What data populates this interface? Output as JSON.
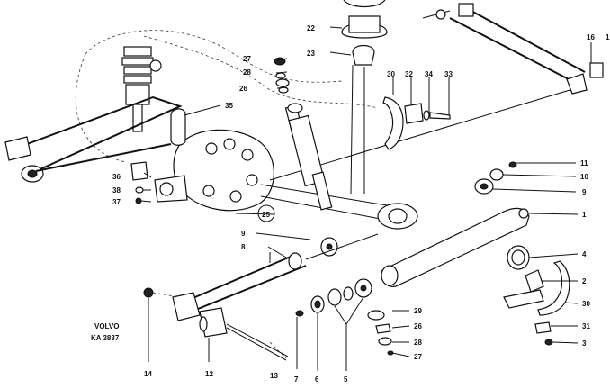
{
  "caption": {
    "line1": "VOLVO",
    "line2": "KA 3837"
  },
  "callouts": [
    {
      "id": "c1",
      "text": "1"
    },
    {
      "id": "c2",
      "text": "2"
    },
    {
      "id": "c3",
      "text": "3"
    },
    {
      "id": "c4",
      "text": "4"
    },
    {
      "id": "c5",
      "text": "5"
    },
    {
      "id": "c6",
      "text": "6"
    },
    {
      "id": "c7",
      "text": "7"
    },
    {
      "id": "c8",
      "text": "8"
    },
    {
      "id": "c9a",
      "text": "9"
    },
    {
      "id": "c9b",
      "text": "9"
    },
    {
      "id": "c10",
      "text": "10"
    },
    {
      "id": "c11",
      "text": "11"
    },
    {
      "id": "c12",
      "text": "12"
    },
    {
      "id": "c13",
      "text": "13"
    },
    {
      "id": "c14",
      "text": "14"
    },
    {
      "id": "c16",
      "text": "16"
    },
    {
      "id": "c22",
      "text": "22"
    },
    {
      "id": "c23",
      "text": "23"
    },
    {
      "id": "c25",
      "text": "25"
    },
    {
      "id": "c26a",
      "text": "26"
    },
    {
      "id": "c26b",
      "text": "26"
    },
    {
      "id": "c27a",
      "text": "27"
    },
    {
      "id": "c27b",
      "text": "27"
    },
    {
      "id": "c28a",
      "text": "28"
    },
    {
      "id": "c28b",
      "text": "28"
    },
    {
      "id": "c29",
      "text": "29"
    },
    {
      "id": "c30a",
      "text": "30"
    },
    {
      "id": "c30b",
      "text": "30"
    },
    {
      "id": "c31",
      "text": "31"
    },
    {
      "id": "c32",
      "text": "32"
    },
    {
      "id": "c33",
      "text": "33"
    },
    {
      "id": "c34",
      "text": "34"
    },
    {
      "id": "c35",
      "text": "35"
    },
    {
      "id": "c36",
      "text": "36"
    },
    {
      "id": "c37",
      "text": "37"
    },
    {
      "id": "c38",
      "text": "38"
    },
    {
      "id": "c1top",
      "text": "1"
    }
  ]
}
